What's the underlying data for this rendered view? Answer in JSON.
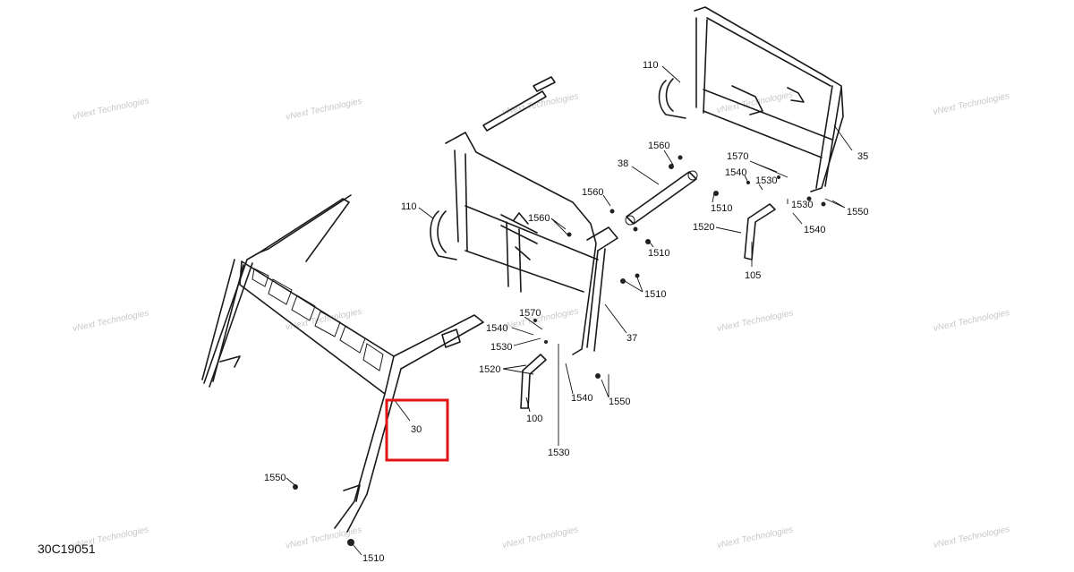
{
  "figure_id": "30C19051",
  "watermark_text": "vNext Technologies",
  "highlight": {
    "part": "30",
    "color": "#e01414"
  },
  "callouts": {
    "c110a": "110",
    "c35": "35",
    "c1560a": "1560",
    "c38": "38",
    "c1570a": "1570",
    "c1540a": "1540",
    "c1530a": "1530",
    "c1560b": "1560",
    "c1510a": "1510",
    "c1530b": "1530",
    "c1550a": "1550",
    "c1520a": "1520",
    "c1540b": "1540",
    "c105": "105",
    "c110b": "110",
    "c1560c": "1560",
    "c1510b": "1510",
    "c1510c": "1510",
    "c37": "37",
    "c1570b": "1570",
    "c1540c": "1540",
    "c1530c": "1530",
    "c1520b": "1520",
    "c1540d": "1540",
    "c1550b": "1550",
    "c100": "100",
    "c1530d": "1530",
    "c30": "30",
    "c1550c": "1550",
    "c1510d": "1510"
  }
}
